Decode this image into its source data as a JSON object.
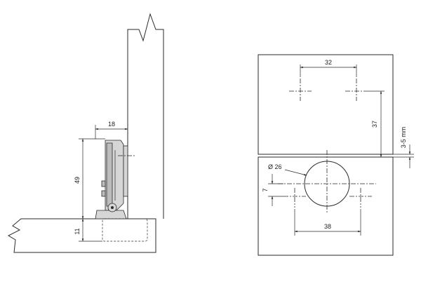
{
  "side_view": {
    "dim_depth": "18",
    "dim_height": "49",
    "dim_offset": "11"
  },
  "front_view": {
    "dim_hole_spacing_top": "32",
    "dim_vertical": "37",
    "dim_gap": "3-5 mm",
    "dim_cup_diameter": "Ø 26",
    "dim_cup_offset": "7",
    "dim_hole_spacing_bottom": "38"
  }
}
